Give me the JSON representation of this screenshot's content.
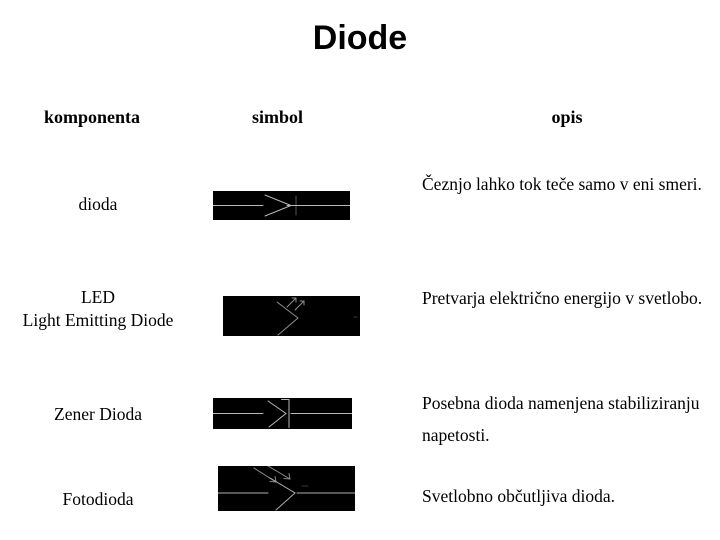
{
  "slide": {
    "title": "Diode"
  },
  "colors": {
    "background": "#ffffff",
    "text": "#000000",
    "symbol_background": "#000000",
    "symbol_line": "#b8b8b8"
  },
  "table": {
    "headers": {
      "component": "komponenta",
      "symbol": "simbol",
      "description": "opis"
    },
    "rows": [
      {
        "component": "dioda",
        "symbol_icon": "diode-symbol",
        "description": "Čeznjo lahko tok teče samo v eni smeri."
      },
      {
        "component": "LED",
        "component_subtitle": "Light Emitting Diode",
        "symbol_icon": "led-symbol",
        "description": "Pretvarja električno energijo v svetlobo."
      },
      {
        "component": "Zener Dioda",
        "symbol_icon": "zener-diode-symbol",
        "description": "Posebna dioda namenjena stabiliziranju napetosti."
      },
      {
        "component": "Fotodioda",
        "symbol_icon": "photodiode-symbol",
        "description": "Svetlobno občutljiva dioda."
      }
    ]
  }
}
